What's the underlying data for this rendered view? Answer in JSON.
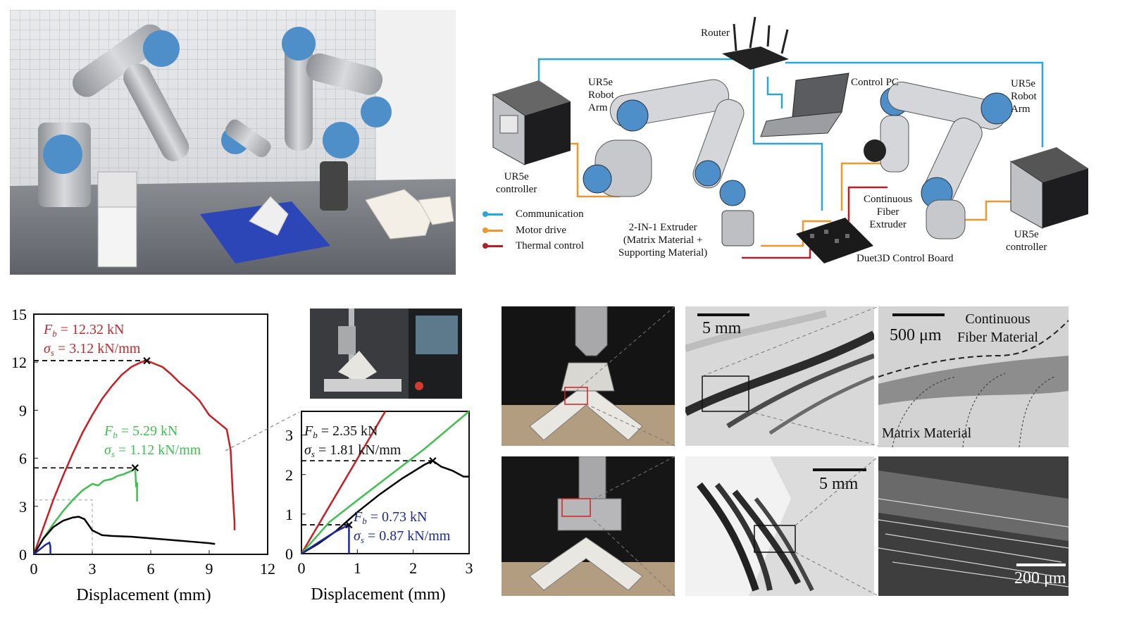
{
  "panel_a": {
    "photo_alt": "Dual UR5e robot arm printing setup"
  },
  "panel_b": {
    "router": "Router",
    "control_pc": "Control PC",
    "robot_left": [
      "UR5e",
      "Robot",
      "Arm"
    ],
    "robot_right": [
      "UR5e",
      "Robot",
      "Arm"
    ],
    "controller_left": [
      "UR5e",
      "controller"
    ],
    "controller_right": [
      "UR5e",
      "controller"
    ],
    "extruder_2in1": [
      "2-IN-1 Extruder",
      "(Matrix Material +",
      "Supporting Material)"
    ],
    "cf_extruder": [
      "Continuous",
      "Fiber",
      "Extruder"
    ],
    "board": "Duet3D Control Board",
    "legend": [
      {
        "label": "Communication",
        "color": "#2aa6d6"
      },
      {
        "label": "Motor drive",
        "color": "#f0962a"
      },
      {
        "label": "Thermal control",
        "color": "#b81f24"
      }
    ]
  },
  "chart_data": [
    {
      "type": "line",
      "xlabel": "Displacement (mm)",
      "ylabel": "",
      "xlim": [
        0,
        12
      ],
      "ylim": [
        0,
        15
      ],
      "xticks": [
        "0",
        "3",
        "6",
        "9",
        "12"
      ],
      "yticks": [
        "0",
        "3",
        "6",
        "9",
        "12",
        "15"
      ],
      "annotations": [
        {
          "fb": "F",
          "fb_sub": "b",
          "fb_val": " = 12.32 kN",
          "ss": "σ",
          "ss_sub": "s",
          "ss_val": " = 3.12 kN/mm",
          "color": "#c0282b"
        },
        {
          "fb": "F",
          "fb_sub": "b",
          "fb_val": " = 5.29 kN",
          "ss": "σ",
          "ss_sub": "s",
          "ss_val": " = 1.12 kN/mm",
          "color": "#3fbf4f"
        }
      ],
      "series": [
        {
          "color": "#c81e24",
          "x": [
            0,
            0.5,
            1,
            1.5,
            2,
            2.5,
            3,
            3.5,
            4,
            4.5,
            5,
            5.5,
            5.8,
            6.2,
            6.6,
            7,
            7.5,
            8,
            8.5,
            9,
            9.5,
            9.9,
            10.1,
            10.2,
            10.3,
            10.3
          ],
          "y": [
            0,
            1.7,
            3.4,
            4.9,
            6.3,
            7.6,
            8.7,
            9.7,
            10.5,
            11.2,
            11.7,
            12.0,
            12.1,
            11.9,
            11.7,
            11.3,
            10.7,
            10.2,
            9.6,
            8.7,
            8.2,
            7.8,
            6.5,
            4.0,
            2.0,
            1.5
          ]
        },
        {
          "color": "#3fbf4f",
          "x": [
            0,
            0.5,
            1,
            1.5,
            2,
            2.5,
            3,
            3.3,
            3.6,
            4,
            4.3,
            4.6,
            5,
            5.2,
            5.25,
            5.3,
            5.3
          ],
          "y": [
            0,
            1.0,
            1.9,
            2.7,
            3.4,
            4.0,
            4.4,
            4.3,
            4.6,
            4.7,
            4.9,
            5.0,
            5.2,
            5.4,
            4.2,
            4.5,
            3.3
          ]
        },
        {
          "color": "#000000",
          "x": [
            0,
            0.5,
            1,
            1.5,
            2,
            2.3,
            2.6,
            3,
            3.5,
            4,
            5,
            6,
            7,
            8,
            9,
            9.3
          ],
          "y": [
            0,
            1.0,
            1.7,
            2.1,
            2.3,
            2.35,
            2.2,
            1.5,
            1.2,
            1.15,
            1.1,
            1.0,
            0.9,
            0.8,
            0.7,
            0.65
          ]
        },
        {
          "color": "#1a2a9a",
          "x": [
            0,
            0.3,
            0.6,
            0.8,
            0.85,
            0.85
          ],
          "y": [
            0,
            0.3,
            0.6,
            0.73,
            0.5,
            0
          ]
        }
      ]
    },
    {
      "type": "line",
      "xlabel": "Displacement (mm)",
      "ylabel": "",
      "xlim": [
        0,
        3
      ],
      "ylim": [
        0,
        3.6
      ],
      "xticks": [
        "0",
        "1",
        "2",
        "3"
      ],
      "yticks": [
        "0",
        "1",
        "2",
        "3"
      ],
      "annotations": [
        {
          "fb": "F",
          "fb_sub": "b",
          "fb_val": " = 2.35 kN",
          "ss": "σ",
          "ss_sub": "s",
          "ss_val": " = 1.81 kN/mm",
          "color": "#111111"
        },
        {
          "fb": "F",
          "fb_sub": "b",
          "fb_val": " = 0.73 kN",
          "ss": "σ",
          "ss_sub": "s",
          "ss_val": " = 0.87 kN/mm",
          "color": "#1a2a9a"
        }
      ]
    }
  ],
  "panel_d": {
    "scale_top_mid": "5 mm",
    "scale_top_right": "500 μm",
    "label_cf": [
      "Continuous",
      "Fiber Material"
    ],
    "label_matrix": "Matrix Material",
    "scale_bot_mid": "5 mm",
    "scale_bot_right": "200 μm"
  },
  "colors": {
    "red": "#c81e24",
    "green": "#3fbf4f",
    "blue": "#1a2a9a",
    "black": "#000000",
    "ur_blue": "#4f8fc9"
  }
}
